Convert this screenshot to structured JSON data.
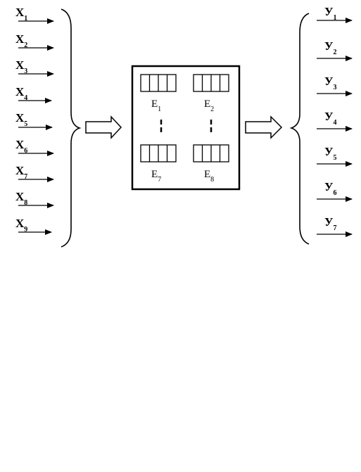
{
  "inputs": [
    {
      "letter": "X",
      "sub": "1"
    },
    {
      "letter": "X",
      "sub": "2"
    },
    {
      "letter": "X",
      "sub": "3"
    },
    {
      "letter": "X",
      "sub": "4"
    },
    {
      "letter": "X",
      "sub": "5"
    },
    {
      "letter": "X",
      "sub": "6"
    },
    {
      "letter": "X",
      "sub": "7"
    },
    {
      "letter": "X",
      "sub": "8"
    },
    {
      "letter": "X",
      "sub": "9"
    }
  ],
  "outputs": [
    {
      "letter": "У",
      "sub": "1"
    },
    {
      "letter": "У",
      "sub": "2"
    },
    {
      "letter": "У",
      "sub": "3"
    },
    {
      "letter": "У",
      "sub": "4"
    },
    {
      "letter": "У",
      "sub": "5"
    },
    {
      "letter": "У",
      "sub": "6"
    },
    {
      "letter": "У",
      "sub": "7"
    }
  ],
  "elements": [
    {
      "letter": "E",
      "sub": "1"
    },
    {
      "letter": "E",
      "sub": "2"
    },
    {
      "letter": "E",
      "sub": "7"
    },
    {
      "letter": "E",
      "sub": "8"
    }
  ]
}
